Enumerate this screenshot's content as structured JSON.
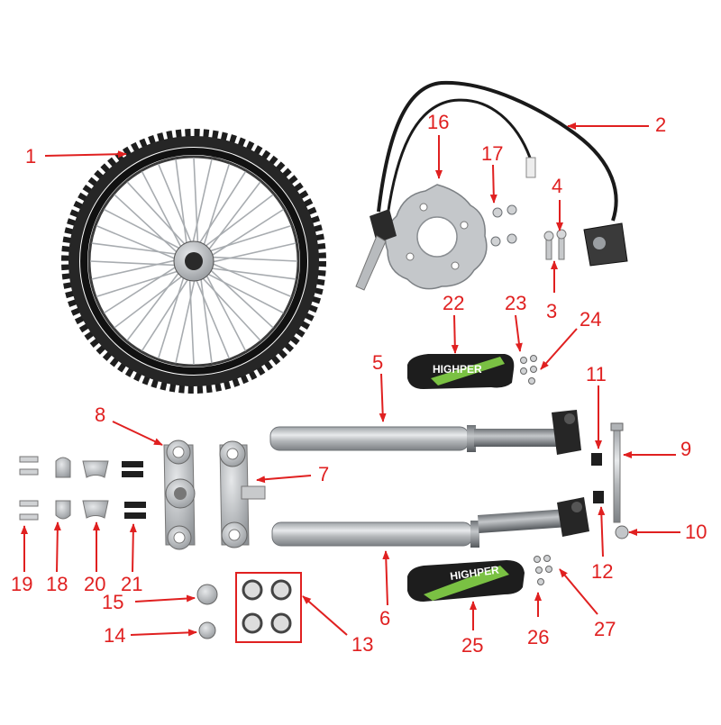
{
  "diagram": {
    "colors": {
      "callout": "#e02020",
      "metal": "#b9bcbf",
      "dark": "#1c1c1c",
      "accent": "#7ac143"
    },
    "parts": [
      {
        "id": "1",
        "number": "1",
        "name": "front-wheel"
      },
      {
        "id": "2",
        "number": "2",
        "name": "brake-hose-assembly"
      },
      {
        "id": "3",
        "number": "3",
        "name": "caliper-bolt"
      },
      {
        "id": "4",
        "number": "4",
        "name": "caliper-washer"
      },
      {
        "id": "5",
        "number": "5",
        "name": "fork-tube-upper"
      },
      {
        "id": "6",
        "number": "6",
        "name": "fork-tube-lower"
      },
      {
        "id": "7",
        "number": "7",
        "name": "lower-triple-clamp"
      },
      {
        "id": "8",
        "number": "8",
        "name": "upper-triple-clamp"
      },
      {
        "id": "9",
        "number": "9",
        "name": "front-axle"
      },
      {
        "id": "10",
        "number": "10",
        "name": "axle-nut"
      },
      {
        "id": "11",
        "number": "11",
        "name": "spacer-upper"
      },
      {
        "id": "12",
        "number": "12",
        "name": "spacer-lower"
      },
      {
        "id": "13",
        "number": "13",
        "name": "steering-bearings"
      },
      {
        "id": "14",
        "number": "14",
        "name": "stem-nut"
      },
      {
        "id": "15",
        "number": "15",
        "name": "stem-washer"
      },
      {
        "id": "16",
        "number": "16",
        "name": "brake-disc"
      },
      {
        "id": "17",
        "number": "17",
        "name": "disc-bolts"
      },
      {
        "id": "18",
        "number": "18",
        "name": "handlebar-clamp"
      },
      {
        "id": "19",
        "number": "19",
        "name": "clamp-bolts"
      },
      {
        "id": "20",
        "number": "20",
        "name": "handlebar-mount"
      },
      {
        "id": "21",
        "number": "21",
        "name": "mount-bolts"
      },
      {
        "id": "22",
        "number": "22",
        "name": "fork-guard-upper"
      },
      {
        "id": "23",
        "number": "23",
        "name": "guard-bolts-upper"
      },
      {
        "id": "24",
        "number": "24",
        "name": "guard-washers-upper"
      },
      {
        "id": "25",
        "number": "25",
        "name": "fork-guard-lower"
      },
      {
        "id": "26",
        "number": "26",
        "name": "guard-bolts-lower"
      },
      {
        "id": "27",
        "number": "27",
        "name": "guard-washers-lower"
      }
    ],
    "guard_text": "HIGHPER"
  }
}
